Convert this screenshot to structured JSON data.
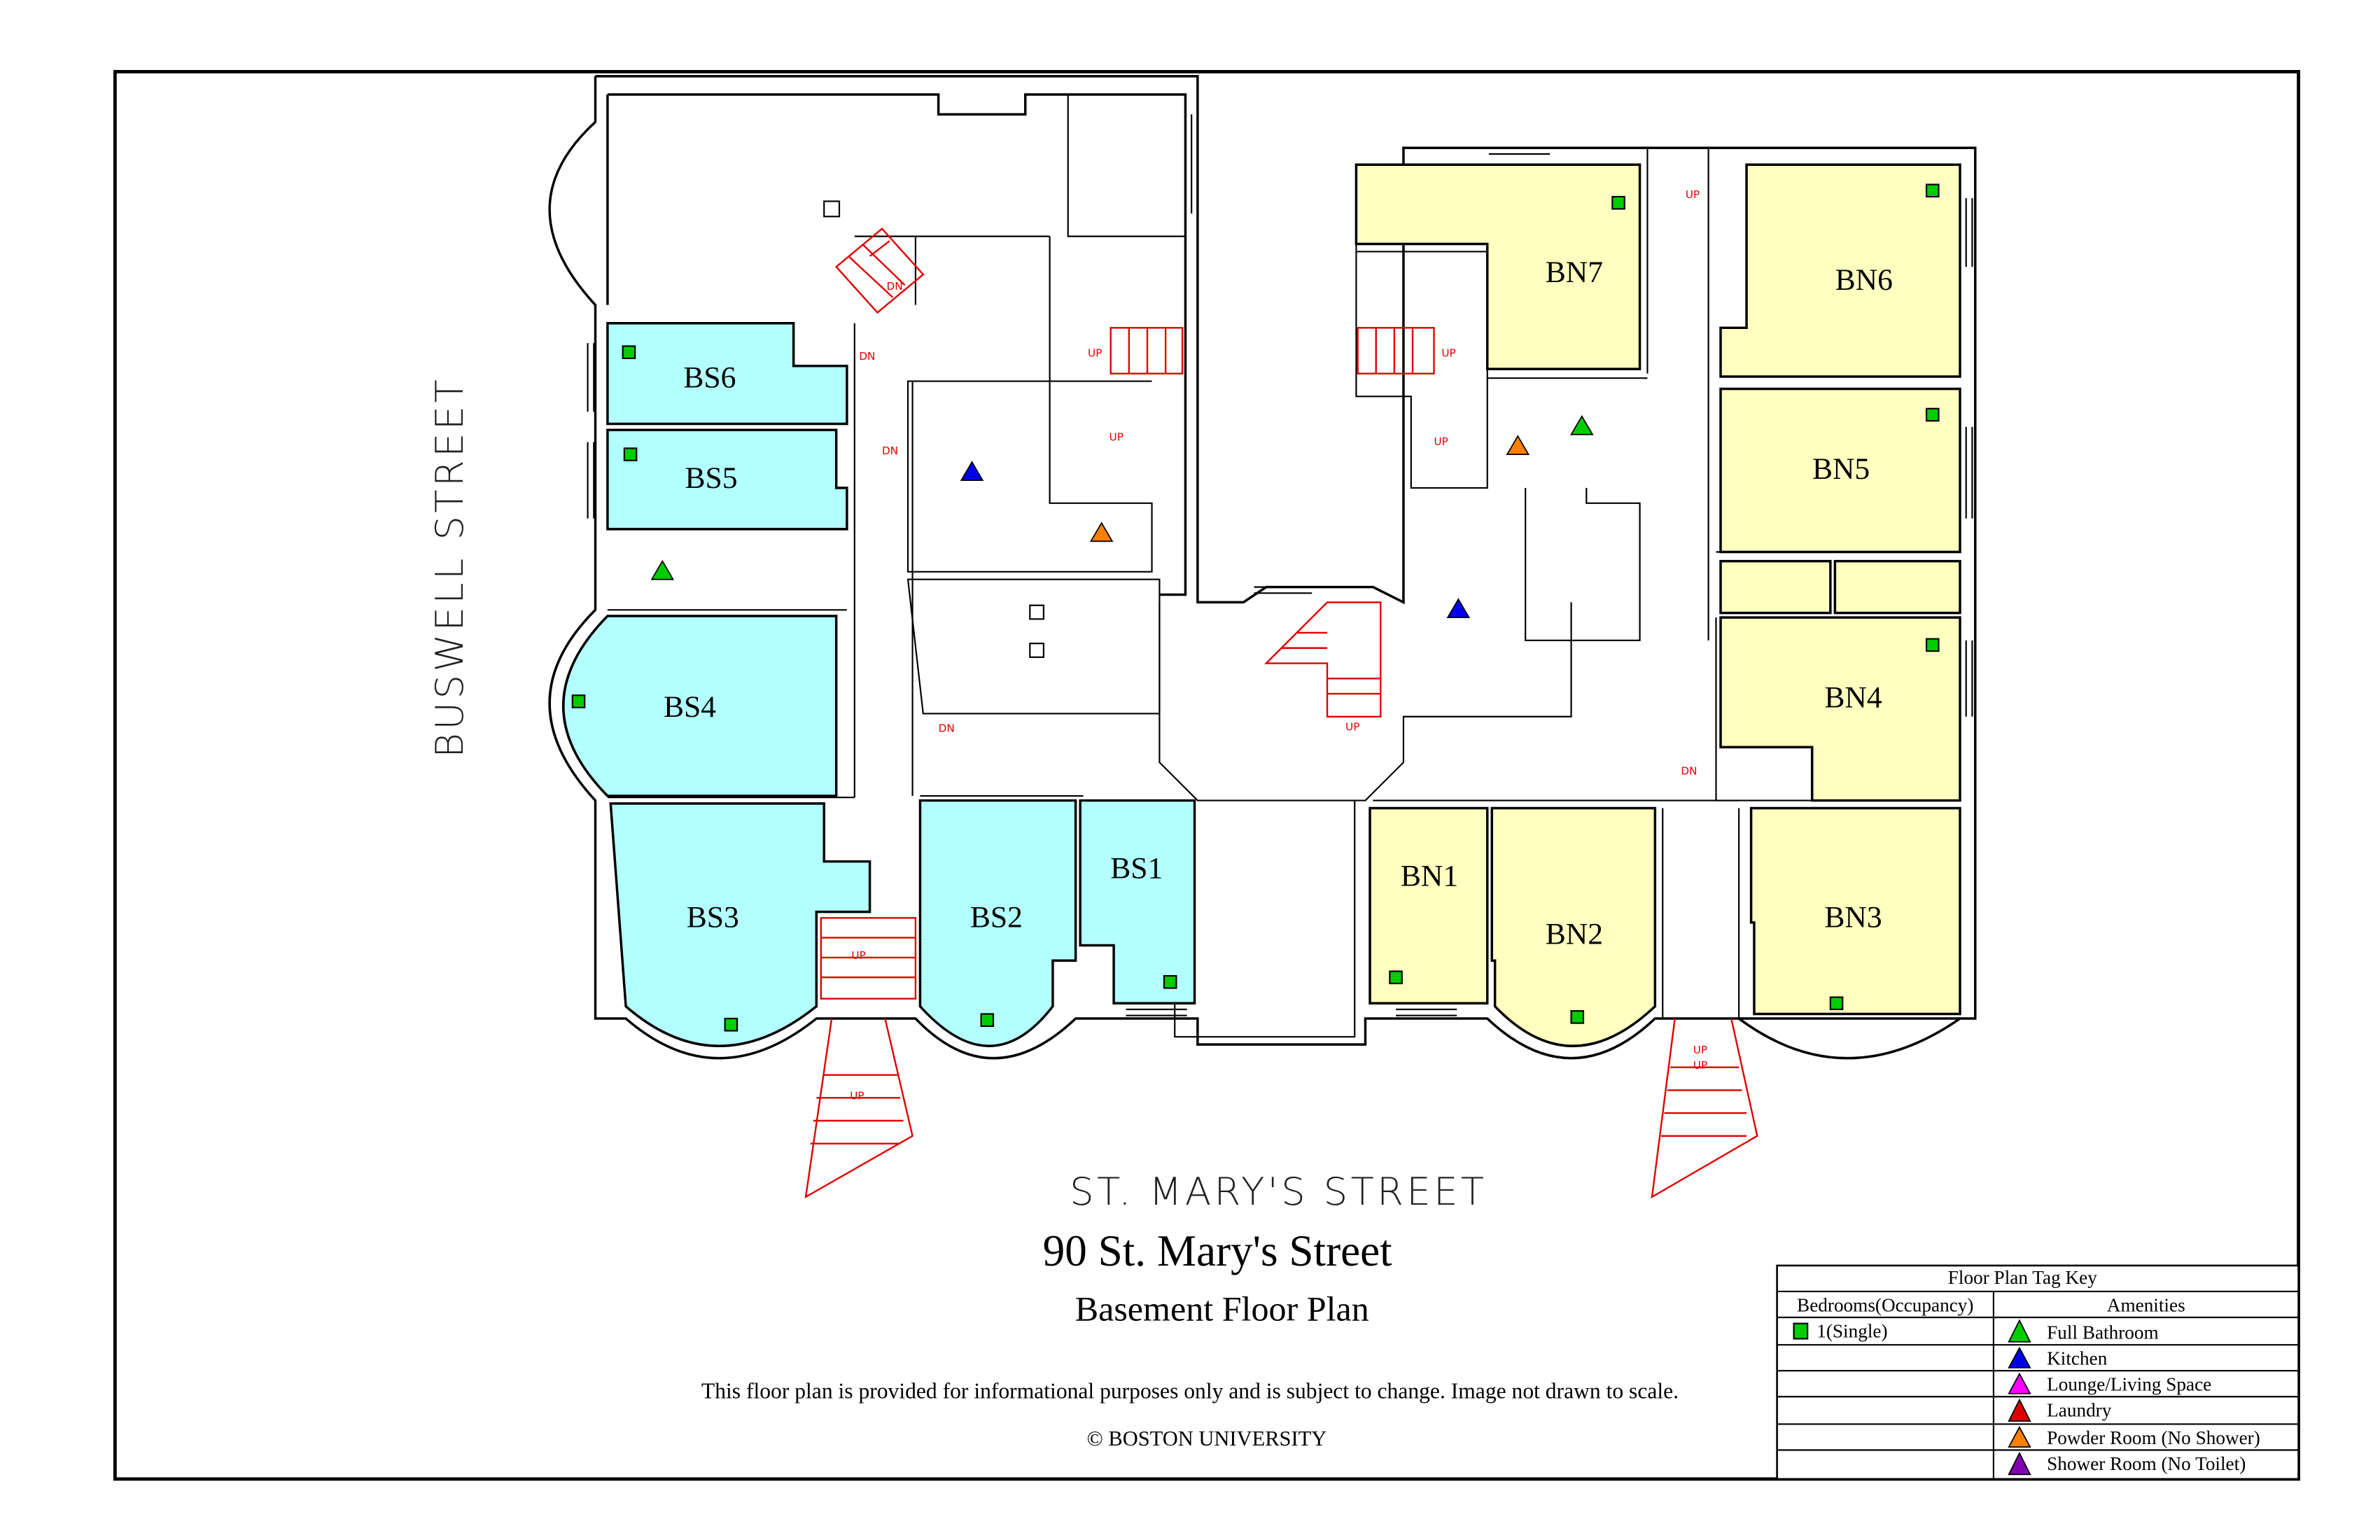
{
  "streets": {
    "west": "BUSWELL STREET",
    "south": "ST. MARY'S STREET"
  },
  "title": "90 St. Mary's Street",
  "subtitle": "Basement Floor Plan",
  "disclaimer": "This floor plan is provided for informational purposes only and is subject to change. Image not drawn to scale.",
  "copyright": "© BOSTON UNIVERSITY",
  "rooms": {
    "BS1": "BS1",
    "BS2": "BS2",
    "BS3": "BS3",
    "BS4": "BS4",
    "BS5": "BS5",
    "BS6": "BS6",
    "BN1": "BN1",
    "BN2": "BN2",
    "BN3": "BN3",
    "BN4": "BN4",
    "BN5": "BN5",
    "BN6": "BN6",
    "BN7": "BN7"
  },
  "stairs": {
    "up": "UP",
    "dn": "DN"
  },
  "legend": {
    "title": "Floor Plan Tag Key",
    "bedrooms_header": "Bedrooms(Occupancy)",
    "amenities_header": "Amenities",
    "bedrooms": [
      {
        "label": "1(Single)",
        "color": "#00cc00"
      }
    ],
    "amenities": [
      {
        "label": "Full Bathroom",
        "color": "#00cc00"
      },
      {
        "label": "Kitchen",
        "color": "#0000ee"
      },
      {
        "label": "Lounge/Living Space",
        "color": "#ff00ff"
      },
      {
        "label": "Laundry",
        "color": "#dd0000"
      },
      {
        "label": "Powder Room (No Shower)",
        "color": "#ff8000"
      },
      {
        "label": "Shower Room (No Toilet)",
        "color": "#8000b0"
      }
    ]
  },
  "colors": {
    "south_rooms": "#b3ffff",
    "north_rooms": "#ffffc0",
    "stairs": "#e00000"
  }
}
